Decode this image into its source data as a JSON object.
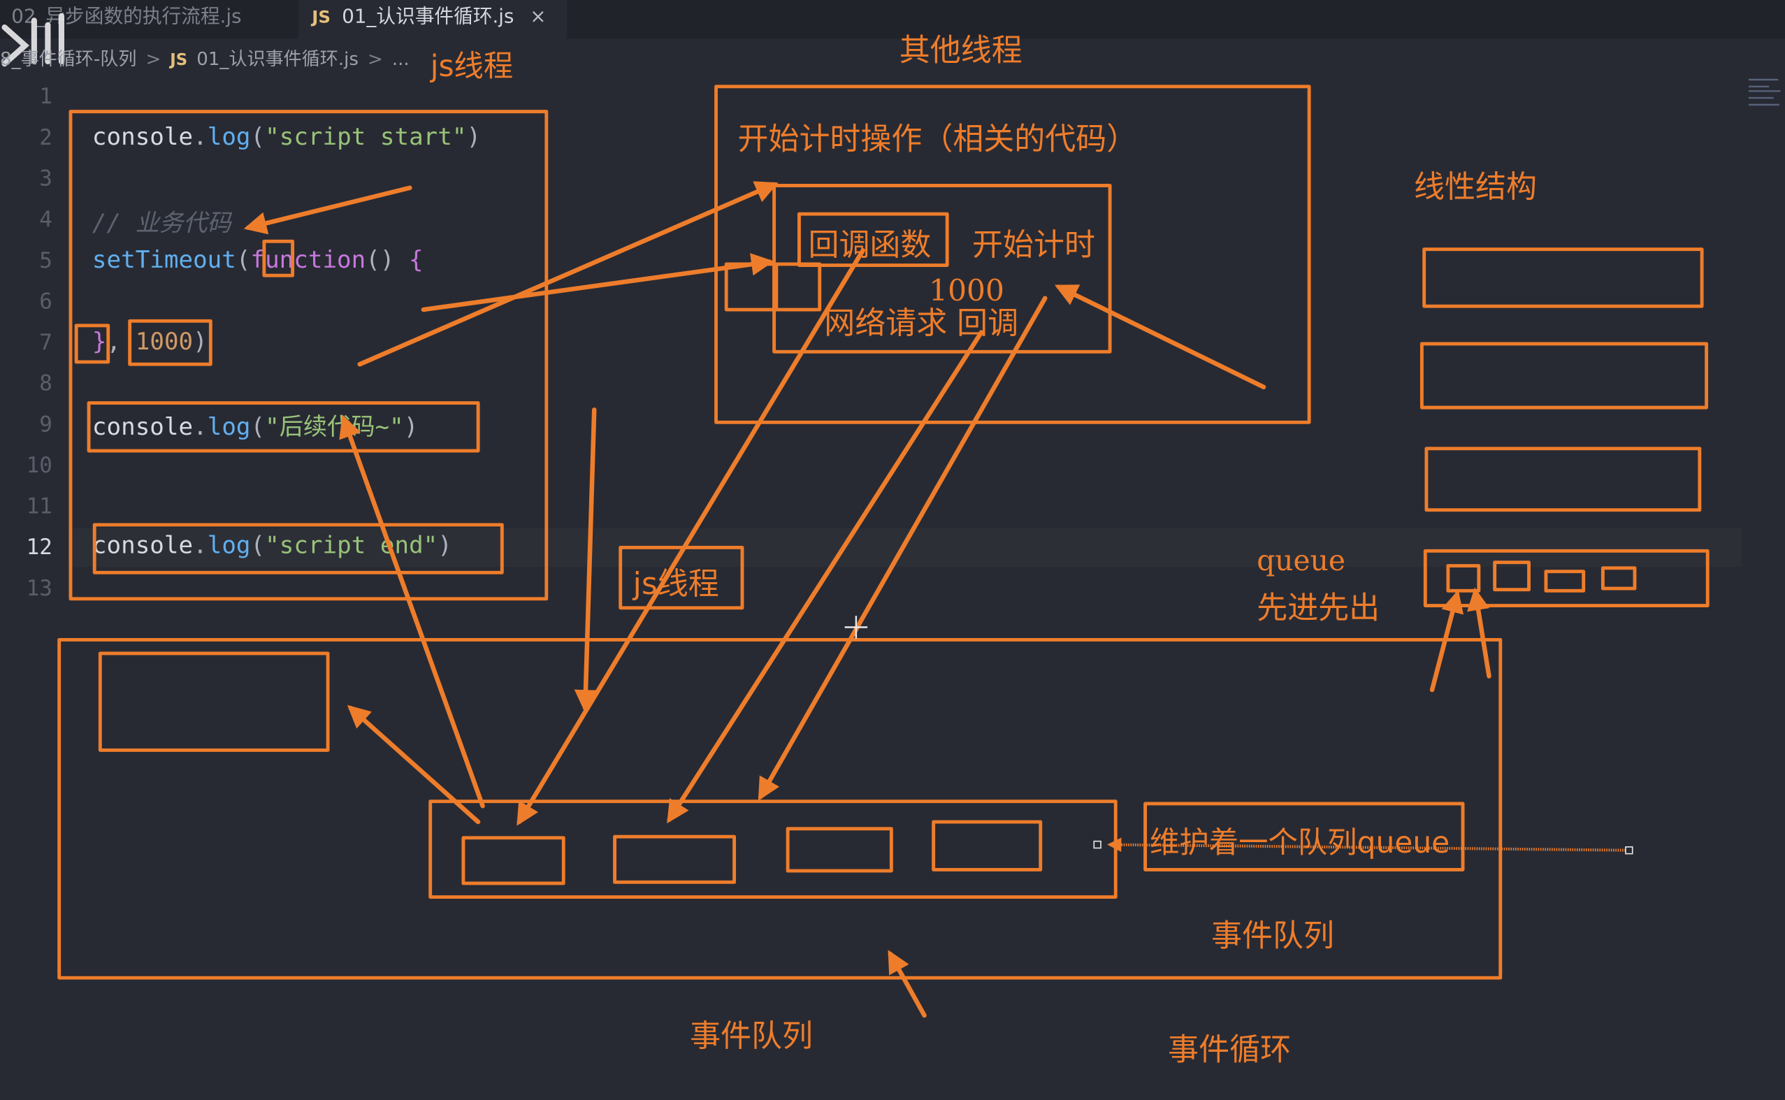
{
  "tabs": [
    {
      "label": "02_异步函数的执行流程.js"
    },
    {
      "label": "01_认识事件循环.js",
      "badge": "JS",
      "close": "×"
    }
  ],
  "breadcrumb": {
    "folder": "8_事件循环-队列",
    "sep": ">",
    "badge": "JS",
    "file": "01_认识事件循环.js",
    "ellipsis": "...",
    "annotation": "js线程"
  },
  "editor": {
    "line_numbers": [
      "1",
      "2",
      "3",
      "4",
      "5",
      "6",
      "7",
      "8",
      "9",
      "10",
      "11",
      "12",
      "13"
    ],
    "active_line": "12",
    "code": {
      "line2": {
        "obj": "console",
        "dot": ".",
        "fn": "log",
        "open": "(",
        "str": "\"script start\"",
        "close": ")"
      },
      "line4": {
        "comment": "// 业务代码"
      },
      "line5": {
        "fn": "setTimeout",
        "open": "(",
        "kw": "function",
        "parens": "()",
        "brace": " {"
      },
      "line7": {
        "brace": "}",
        "comma": ",",
        "num": "1000",
        "close": ")"
      },
      "line9": {
        "obj": "console",
        "dot": ".",
        "fn": "log",
        "open": "(",
        "str": "\"后续代码~\"",
        "close": ")"
      },
      "line12": {
        "obj": "console",
        "dot": ".",
        "fn": "log",
        "open": "(",
        "str": "\"script end\"",
        "close": ")"
      }
    }
  },
  "annotations": {
    "other_threads": "其他线程",
    "timer_op": "开始计时操作（相关的代码）",
    "callback": "回调函数",
    "start_timer": "开始计时",
    "delay": "1000",
    "net_request": "网络请求 回调",
    "linear_structure": "线性结构",
    "queue": "queue",
    "fifo": "先进先出",
    "js_thread": "js线程",
    "maintain_queue": "维护着一个队列queue",
    "event_queue_right": "事件队列",
    "event_queue_bottom": "事件队列",
    "event_loop": "事件循环"
  },
  "colors": {
    "background": "#282a33",
    "annotation": "#ee7d2b",
    "string": "#98c379",
    "function": "#61afef",
    "keyword": "#c678dd",
    "number": "#d19a66"
  }
}
